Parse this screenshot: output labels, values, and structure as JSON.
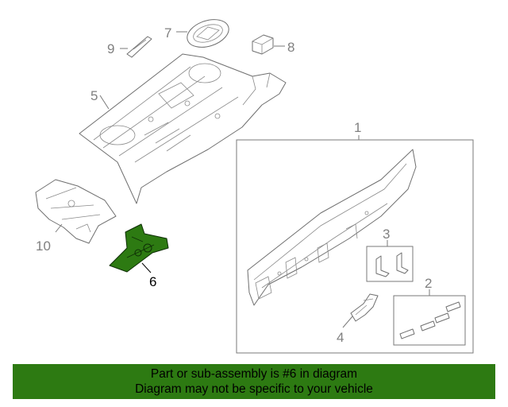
{
  "callouts": {
    "c1": "1",
    "c2": "2",
    "c3": "3",
    "c4": "4",
    "c5": "5",
    "c6": "6",
    "c7": "7",
    "c8": "8",
    "c9": "9",
    "c10": "10"
  },
  "highlighted_part": "6",
  "colors": {
    "highlight": "#2d7a12",
    "banner_bg": "#2d7a12",
    "line": "#7a7a7a"
  },
  "banner": {
    "line1": "Part or sub-assembly is #6 in diagram",
    "line2": "Diagram may not be specific to your vehicle"
  }
}
